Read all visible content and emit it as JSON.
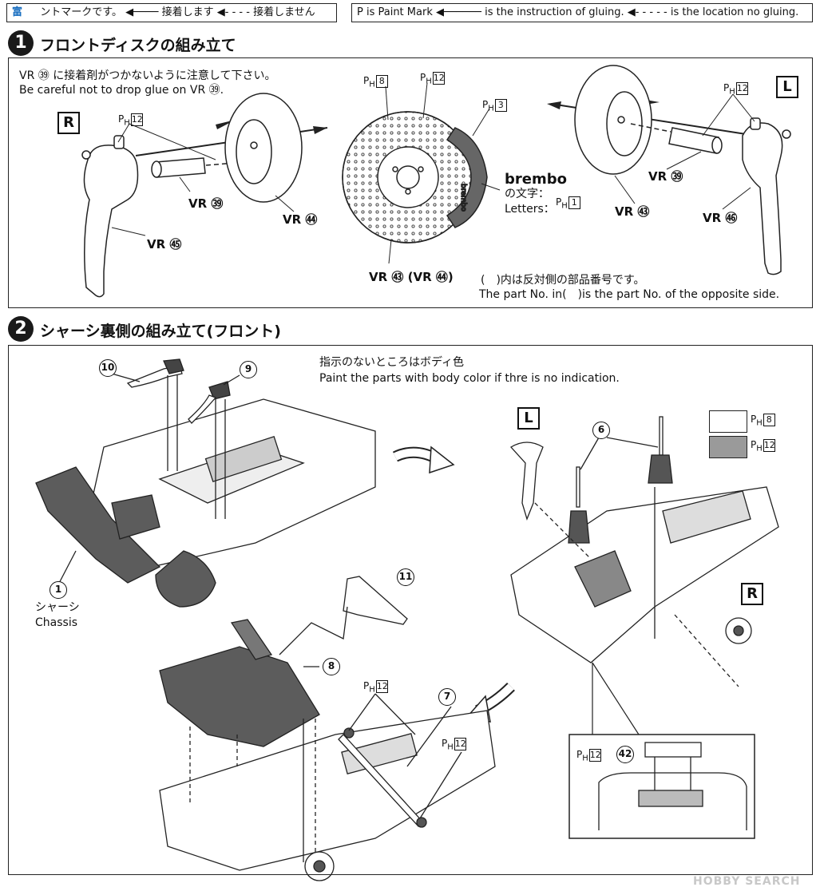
{
  "legend_jp": {
    "logo": "富",
    "text_start": "ントマークです。",
    "glue": "接着します",
    "no_glue": "接着しません"
  },
  "legend_en": {
    "paint_mark": "P is Paint Mark",
    "glue": "is the instruction of gluing.",
    "no_glue": "is the location no gluing."
  },
  "step1": {
    "number": "1",
    "title": "フロントディスクの組み立て",
    "note_jp": "VR ㊴ に接着剤がつかないように注意して下さい。",
    "note_en": "Be careful not to drop glue on VR ㊴.",
    "side_r": "R",
    "side_l": "L",
    "paint_h12_left": "12",
    "paint_h8": "8",
    "paint_h12_mid": "12",
    "paint_h3": "3",
    "paint_h12_right": "12",
    "vr39_left": "VR ㊴",
    "vr44": "VR ㊹",
    "vr45": "VR ㊺",
    "vr43_disc": "VR ㊸ (VR ㊹)",
    "brembo": "brembo",
    "brembo_jp": "の文字：",
    "brembo_en": "Letters：",
    "paint_h1": "1",
    "vr39_right": "VR ㊴",
    "vr43": "VR ㊸",
    "vr46": "VR ㊻",
    "opposite_jp": "(　)内は反対側の部品番号です。",
    "opposite_en": "The part No. in(　)is the part No. of the opposite side."
  },
  "step2": {
    "number": "2",
    "title": "シャーシ裏側の組み立て(フロント)",
    "paint_note_jp": "指示のないところはボディ色",
    "paint_note_en": "Paint the parts with body color if thre is no indication.",
    "part10": "10",
    "part9": "9",
    "part1": "1",
    "chassis_jp": "シャーシ",
    "chassis_en": "Chassis",
    "part11": "11",
    "part8": "8",
    "part7": "7",
    "paint_h12_a": "12",
    "paint_h12_b": "12",
    "side_l": "L",
    "side_r": "R",
    "part6": "6",
    "swatch_white": "8",
    "swatch_gray": "12",
    "inset_paint": "12",
    "part42": "42"
  },
  "watermark": "HOBBY SEARCH",
  "colors": {
    "gray_swatch": "#9a9a9a",
    "dark_part": "#5c5c5c",
    "watermark": "#c8c8c8"
  }
}
